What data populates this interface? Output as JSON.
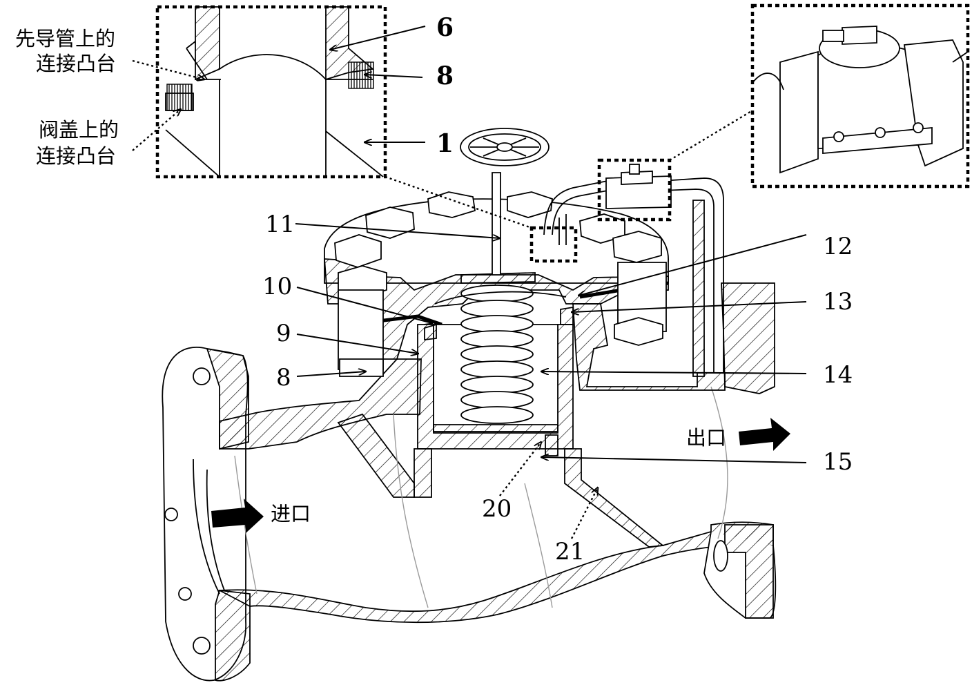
{
  "labels": {
    "l1": "1",
    "l6": "6",
    "l8_top": "8",
    "l8": "8",
    "l9": "9",
    "l10": "10",
    "l11": "11",
    "l12": "12",
    "l13": "13",
    "l14": "14",
    "l15": "15",
    "l20": "20",
    "l21": "21"
  },
  "annotations": {
    "pilot_boss_line1": "先导管上的",
    "pilot_boss_line2": "连接凸台",
    "bonnet_boss_line1": "阀盖上的",
    "bonnet_boss_line2": "连接凸台",
    "inlet": "进口",
    "outlet": "出口"
  }
}
